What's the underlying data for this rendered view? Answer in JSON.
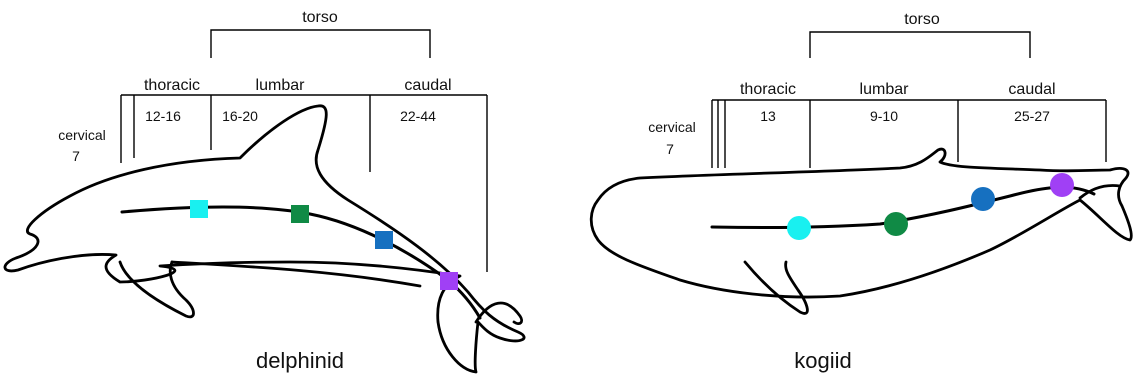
{
  "panels": [
    {
      "id": "delphinid",
      "name": "delphinid",
      "torso_label": "torso",
      "cervical": {
        "label": "cervical",
        "count": "7"
      },
      "regions": [
        {
          "label": "thoracic",
          "count": "12-16"
        },
        {
          "label": "lumbar",
          "count": "16-20"
        },
        {
          "label": "caudal",
          "count": "22-44"
        }
      ],
      "marker_shape": "square",
      "marker_colors": [
        "#19f0f0",
        "#108a45",
        "#1670c0",
        "#a040f5"
      ]
    },
    {
      "id": "kogiid",
      "name": "kogiid",
      "torso_label": "torso",
      "cervical": {
        "label": "cervical",
        "count": "7"
      },
      "regions": [
        {
          "label": "thoracic",
          "count": "13"
        },
        {
          "label": "lumbar",
          "count": "9-10"
        },
        {
          "label": "caudal",
          "count": "25-27"
        }
      ],
      "marker_shape": "circle",
      "marker_colors": [
        "#19f0f0",
        "#108a45",
        "#1670c0",
        "#a040f5"
      ]
    }
  ]
}
